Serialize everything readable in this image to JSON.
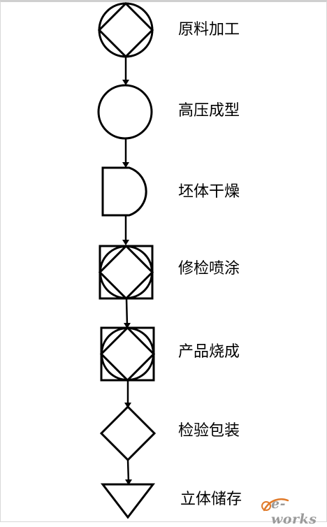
{
  "steps": [
    {
      "label": "原料加工",
      "symbol": "circle-with-diamond"
    },
    {
      "label": "高压成型",
      "symbol": "circle"
    },
    {
      "label": "坯体干燥",
      "symbol": "d-shape"
    },
    {
      "label": "修检喷涂",
      "symbol": "square-circle-diamond"
    },
    {
      "label": "产品烧成",
      "symbol": "square-circle-diamond"
    },
    {
      "label": "检验包装",
      "symbol": "diamond"
    },
    {
      "label": "立体储存",
      "symbol": "inverted-triangle"
    }
  ],
  "colors": {
    "stroke": "#000000",
    "background": "#ffffff",
    "watermark": "#9a9a9a",
    "watermark_accent": "#e07a2a"
  },
  "watermark": {
    "text": "e-works"
  }
}
